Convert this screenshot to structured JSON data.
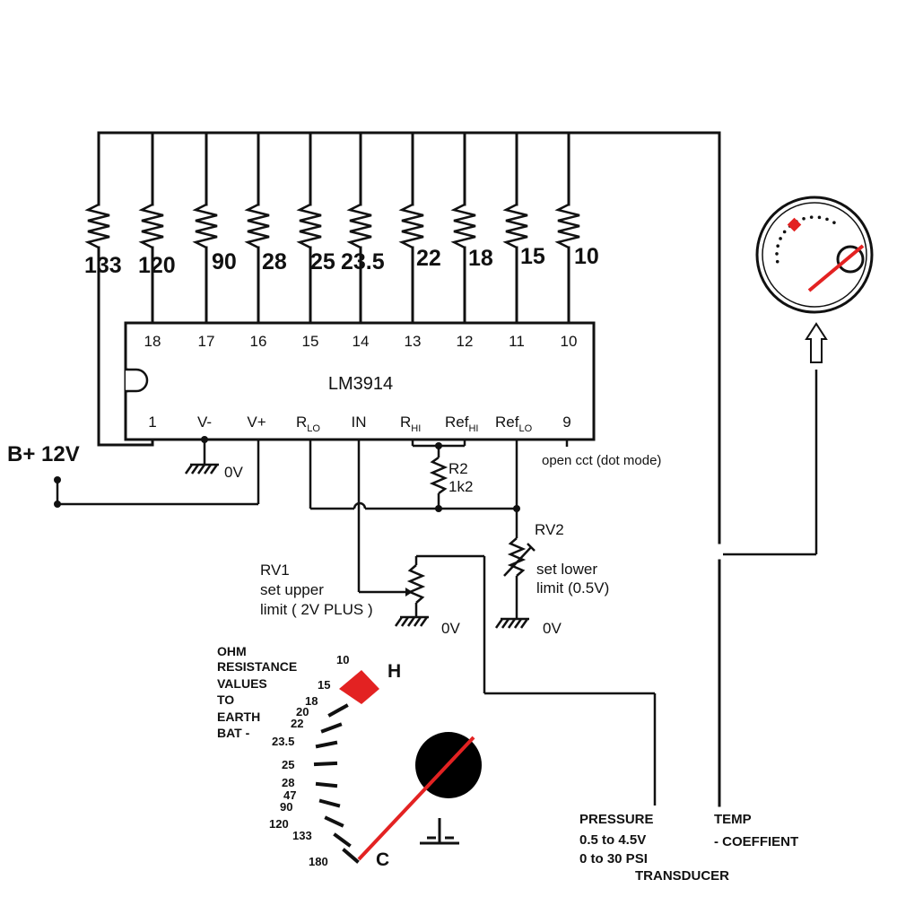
{
  "resistor_values": [
    "133",
    "120",
    "90",
    "28",
    "25",
    "23.5",
    "22",
    "18",
    "15",
    "10"
  ],
  "chip": {
    "name": "LM3914",
    "top_pins": [
      "18",
      "17",
      "16",
      "15",
      "14",
      "13",
      "12",
      "11",
      "10"
    ],
    "bottom_pins": {
      "p1": "1",
      "vminus": "V-",
      "vplus": "V+",
      "rlo_main": "R",
      "rlo_sub": "LO",
      "in": "IN",
      "rhi_main": "R",
      "rhi_sub": "HI",
      "refhi_main": "Ref",
      "refhi_sub": "HI",
      "reflo_main": "Ref",
      "reflo_sub": "LO",
      "p9": "9"
    }
  },
  "labels": {
    "supply": "B+ 12V",
    "zero_v": "0V",
    "open_cct": "open cct (dot mode)",
    "r2_name": "R2",
    "r2_value": "1k2",
    "rv2_name": "RV2",
    "rv2_desc_1": "set lower",
    "rv2_desc_2": "limit  (0.5V)",
    "rv1_name": "RV1",
    "rv1_desc_1": "set upper",
    "rv1_desc_2": "limit   ( 2V PLUS )",
    "ohm_1": "OHM",
    "ohm_2": "RESISTANCE",
    "ohm_3": "VALUES",
    "ohm_4": "TO",
    "ohm_5": "EARTH",
    "ohm_6": "BAT -",
    "hot": "H",
    "cold": "C",
    "pressure_1": "PRESSURE",
    "pressure_2": "0.5 to 4.5V",
    "pressure_3": "0 to 30 PSI",
    "pressure_4": "TRANSDUCER",
    "temp_1": "TEMP",
    "temp_2": "- COEFFIENT"
  },
  "gauge_ticks": [
    "10",
    "15",
    "18",
    "20",
    "22",
    "23.5",
    "25",
    "28",
    "47",
    "90",
    "120",
    "133",
    "180"
  ],
  "colors": {
    "needle": "#e32222",
    "line": "#111111",
    "mark": "#e32222"
  }
}
